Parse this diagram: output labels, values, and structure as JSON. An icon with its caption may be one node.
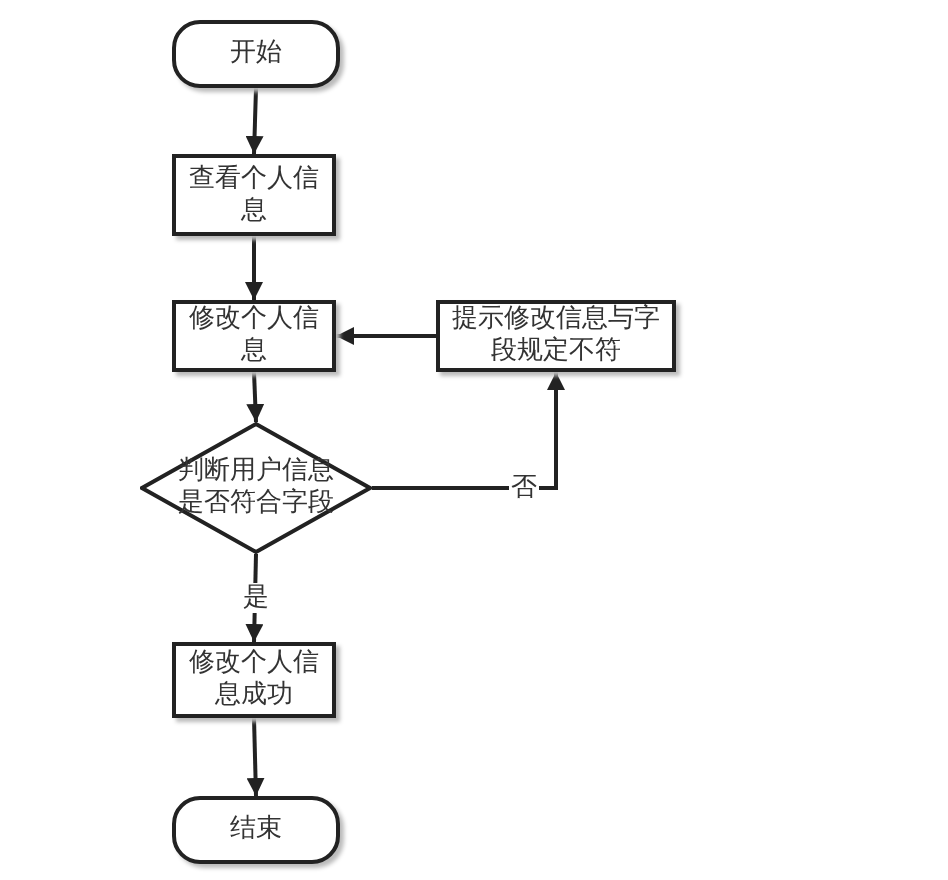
{
  "diagram": {
    "nodes": [
      {
        "text": [
          "开始"
        ]
      },
      {
        "text": [
          "查看个人信息"
        ]
      },
      {
        "text": [
          "修改个人信息"
        ]
      },
      {
        "text": [
          "提示修改信息与字段规定不符"
        ]
      },
      {
        "text": [
          "判断用户信息是否符合字段"
        ]
      },
      {
        "text": [
          "修改个人信息成功"
        ]
      },
      {
        "text": [
          "结束"
        ]
      }
    ],
    "edges": [
      {
        "from": 0,
        "to": 1,
        "arrow": "to"
      },
      {
        "from": 1,
        "to": 2,
        "arrow": "to"
      },
      {
        "from": 2,
        "to": 4,
        "arrow": "to"
      },
      {
        "from": 4,
        "to": 3,
        "arrow": "to",
        "label": "否"
      },
      {
        "from": 3,
        "to": 2,
        "arrow": "to"
      },
      {
        "from": 4,
        "to": 5,
        "arrow": "to",
        "label": "是"
      },
      {
        "from": 5,
        "to": 6,
        "arrow": "to"
      }
    ]
  }
}
